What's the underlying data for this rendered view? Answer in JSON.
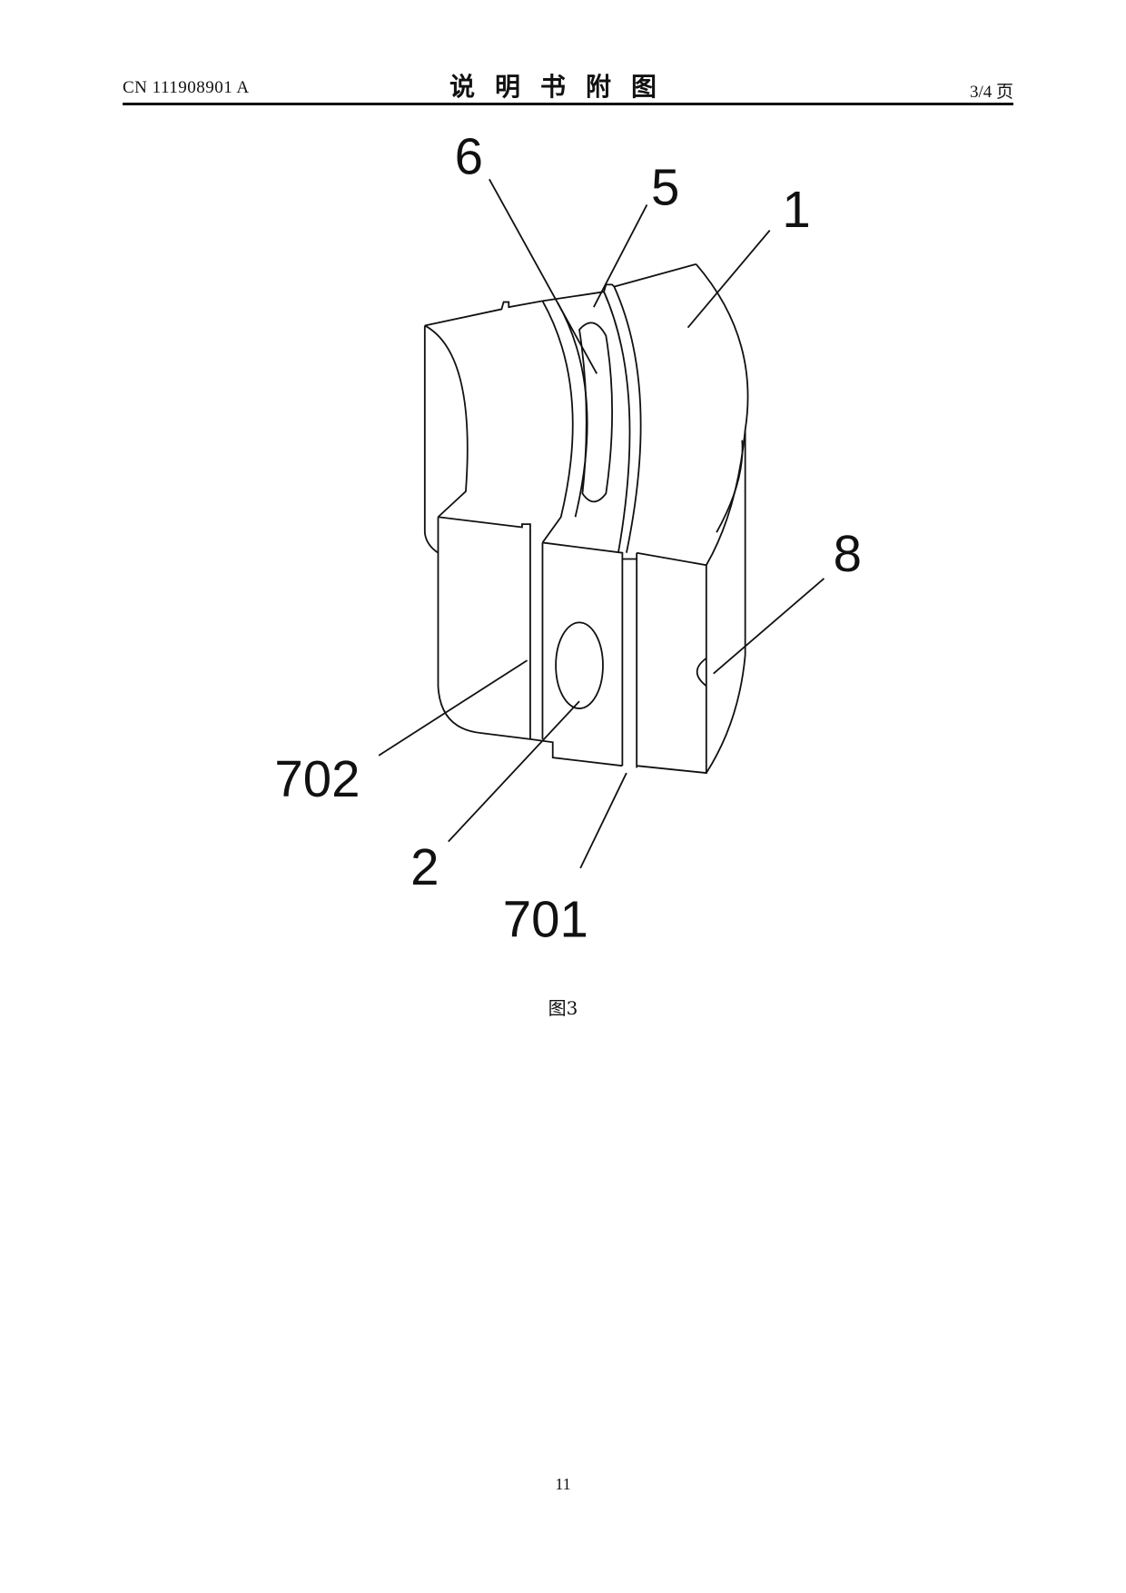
{
  "header": {
    "publication_number": "CN 111908901 A",
    "title": "说明书附图",
    "page_indicator": "3/4 页"
  },
  "figure": {
    "labels": {
      "l6": "6",
      "l5": "5",
      "l1": "1",
      "l8": "8",
      "l702": "702",
      "l2": "2",
      "l701": "701"
    },
    "caption": "图3"
  },
  "footer": {
    "page_number": "11"
  }
}
